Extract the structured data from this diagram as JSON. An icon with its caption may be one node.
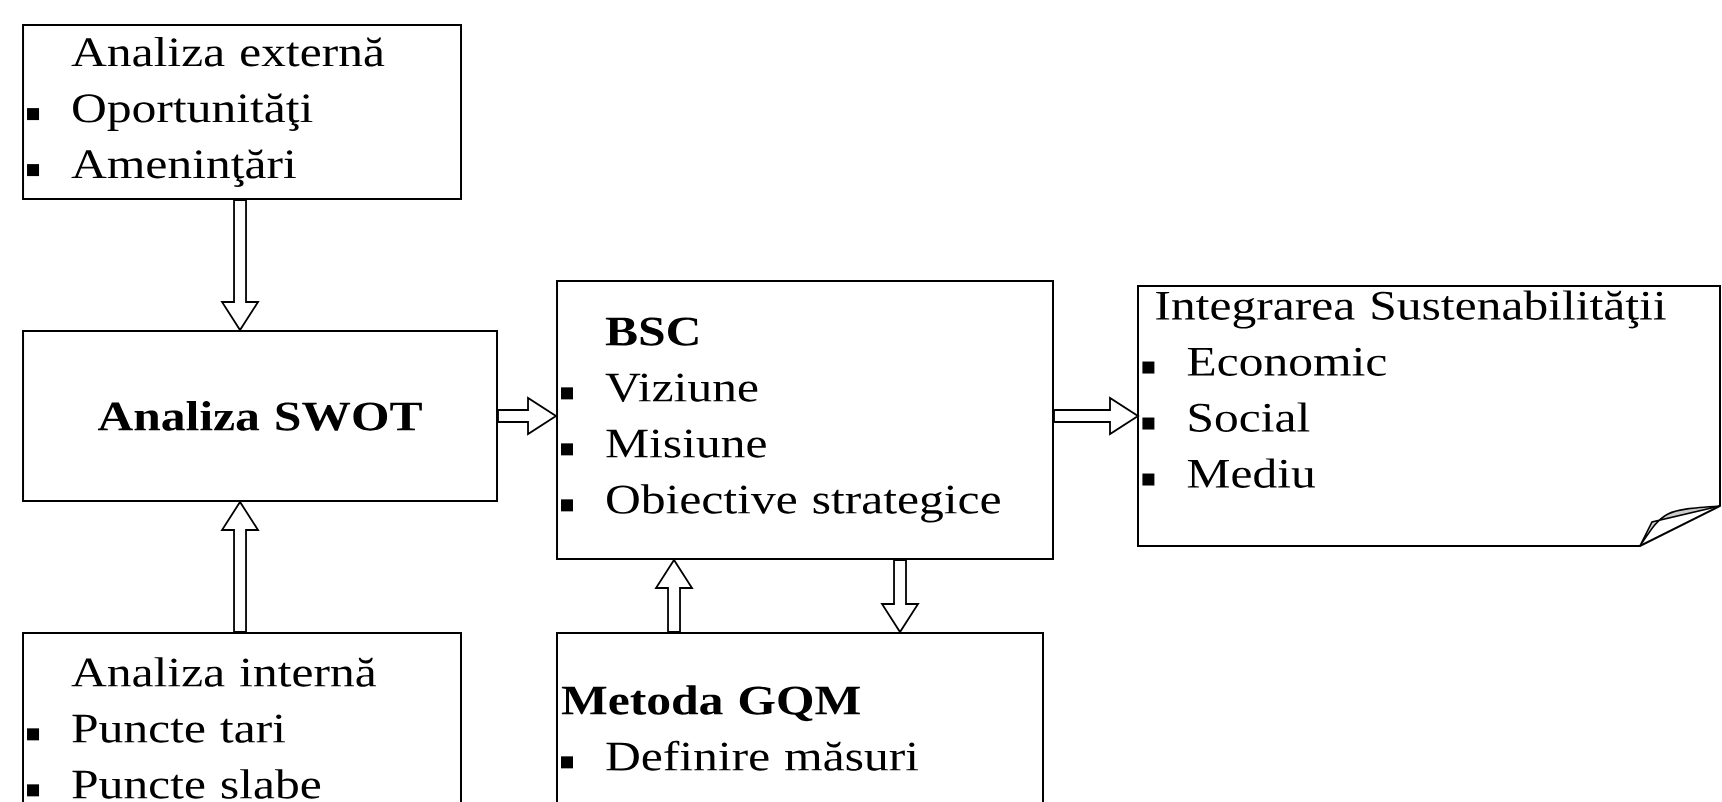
{
  "diagram": {
    "nodes": [
      {
        "text": [
          "Analiza externă",
          "Oportunităţi",
          "Ameninţări"
        ]
      },
      {
        "text": [
          "Analiza SWOT"
        ]
      },
      {
        "text": [
          "Analiza internă",
          "Puncte tari",
          "Puncte slabe"
        ]
      },
      {
        "text": [
          "BSC",
          "Viziune",
          "Misiune",
          "Obiective strategice"
        ]
      },
      {
        "text": [
          "Metoda GQM",
          "Definire măsuri"
        ]
      },
      {
        "text": [
          "Integrarea Sustenabilităţii",
          "Economic",
          "Social",
          "Mediu"
        ]
      }
    ],
    "edges": [
      {
        "from": 0,
        "to": 1,
        "arrow": "to"
      },
      {
        "from": 2,
        "to": 1,
        "arrow": "to"
      },
      {
        "from": 1,
        "to": 3,
        "arrow": "to"
      },
      {
        "from": 3,
        "to": 5,
        "arrow": "to"
      },
      {
        "from": 4,
        "to": 3,
        "arrow": "to"
      },
      {
        "from": 3,
        "to": 4,
        "arrow": "to"
      }
    ]
  }
}
